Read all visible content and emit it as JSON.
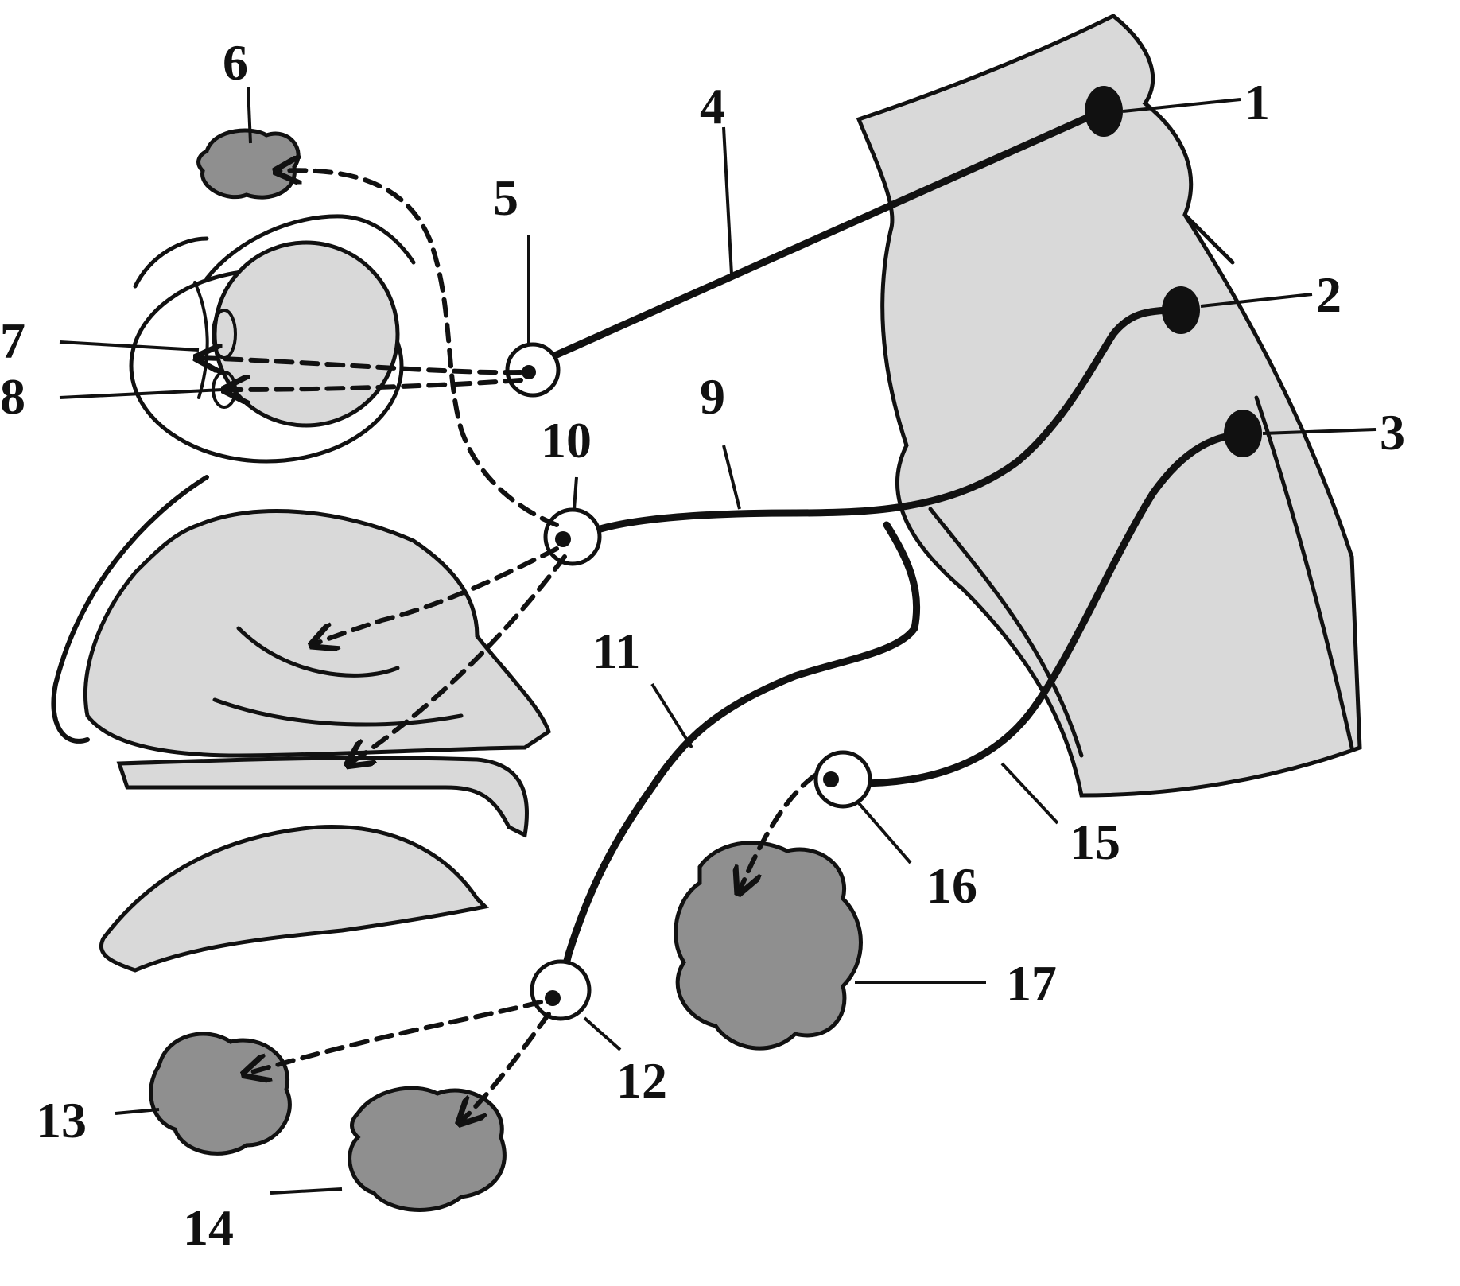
{
  "labels": {
    "n1": "1",
    "n2": "2",
    "n3": "3",
    "n4": "4",
    "n5": "5",
    "n6": "6",
    "n7": "7",
    "n8": "8",
    "n9": "9",
    "n10": "10",
    "n11": "11",
    "n12": "12",
    "n13": "13",
    "n14": "14",
    "n15": "15",
    "n16": "16",
    "n17": "17"
  },
  "colors": {
    "ink": "#111111",
    "shading": "#d9d9d9",
    "gland": "#8f8f8f",
    "background": "#ffffff"
  }
}
